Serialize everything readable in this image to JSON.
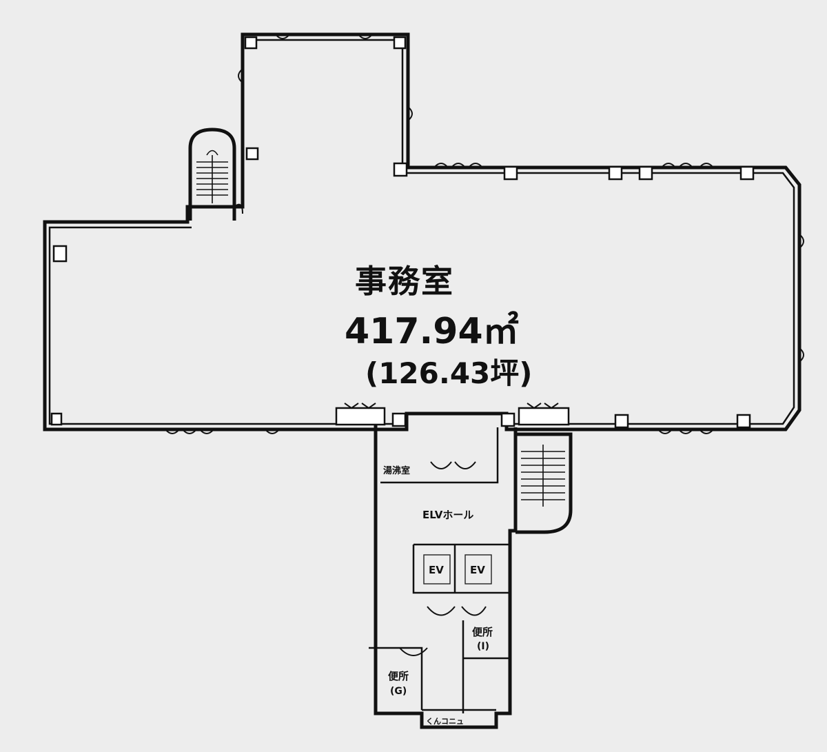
{
  "floor_plan": {
    "office": {
      "name": "事務室",
      "area_sqm": "417.94㎡",
      "area_tsubo": "(126.43坪)"
    },
    "rooms": {
      "elevator_hall": "ELVホール",
      "elevator_1": "EV",
      "elevator_2": "EV",
      "restroom_left_name": "便所",
      "restroom_left_tag": "(G)",
      "restroom_right_name": "便所",
      "restroom_right_tag": "(I)",
      "kitchenette": "湯沸室",
      "bottom_label": "くんコニュ"
    }
  }
}
